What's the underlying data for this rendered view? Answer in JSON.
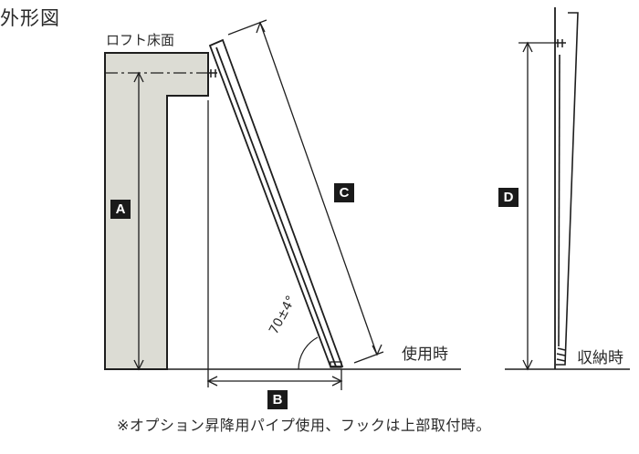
{
  "title": "外形図",
  "labels": {
    "loft_floor": "ロフト床面",
    "in_use": "使用時",
    "stored": "収納時",
    "angle": "70±4°",
    "footnote": "※オプション昇降用パイプ使用、フックは上部取付時。"
  },
  "dimensions": {
    "a": "A",
    "b": "B",
    "c": "C",
    "d": "D"
  },
  "colors": {
    "slab_fill": "#dcdcd4",
    "line": "#1e1e1e",
    "badge_bg": "#1a1a1a",
    "badge_text": "#ffffff"
  }
}
